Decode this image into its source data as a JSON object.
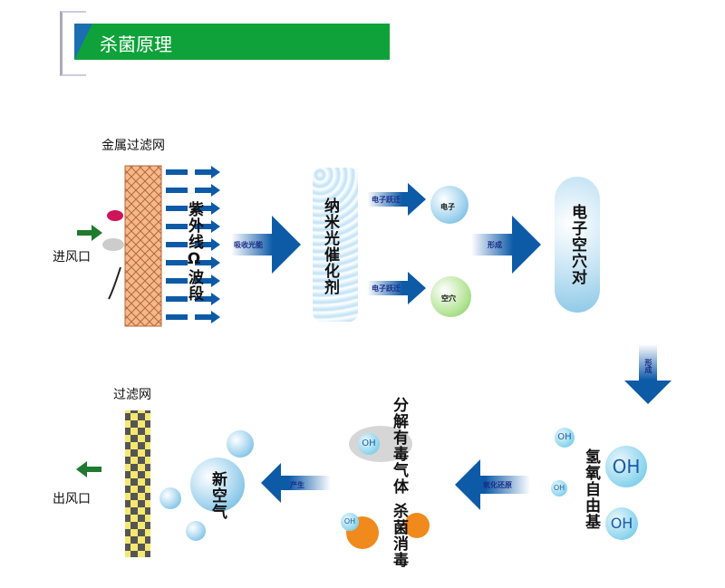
{
  "header": {
    "title": "杀菌原理"
  },
  "left_top": {
    "filter_label": "金属过滤网",
    "inlet_label": "进风口",
    "uv_label": "紫外线Ω波段"
  },
  "arrows": {
    "absorb": "吸收光能",
    "electron_jump_1": "电子跃迁",
    "electron_jump_2": "电子跃迁",
    "form_1": "形成",
    "form_2": "形成",
    "redox": "氧化还原",
    "produce": "产生"
  },
  "nodes": {
    "catalyst": "纳米光催化剂",
    "electron": "电子",
    "hole": "空穴",
    "pair": "电子空穴对",
    "radical": "氢氧自由基",
    "decompose": "分解有毒气体",
    "sterilize": "杀菌消毒",
    "fresh_air": "新空气",
    "oh": "OH"
  },
  "left_bottom": {
    "filter_label": "过滤网",
    "outlet_label": "出风口"
  },
  "colors": {
    "header": "#0fa23a",
    "arrow": "#0d5aa7",
    "inlet_arrow": "#1e7a2e"
  }
}
